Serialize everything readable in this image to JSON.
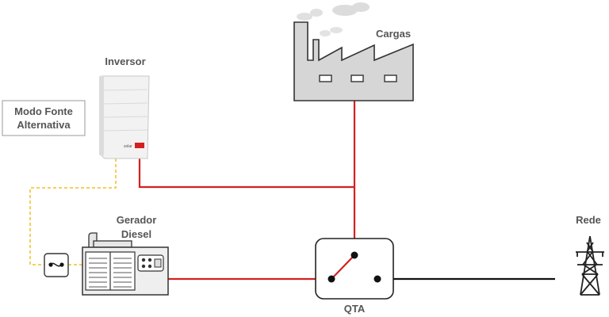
{
  "labels": {
    "inverter": "Inversor",
    "mode_line1": "Modo Fonte",
    "mode_line2": "Alternativa",
    "loads": "Cargas",
    "generator_line1": "Gerador",
    "generator_line2": "Diesel",
    "transfer_switch": "QTA",
    "grid": "Rede"
  },
  "inverter_logo": "solar",
  "colors": {
    "power_line": "#d42020",
    "grid_line": "#111111",
    "signal_line": "#f0c020",
    "device_gray": "#d6d6d6",
    "outline": "#333333"
  },
  "icons": [
    "inverter-icon",
    "factory-icon",
    "generator-icon",
    "signal-switch-icon",
    "transmission-tower-icon"
  ]
}
